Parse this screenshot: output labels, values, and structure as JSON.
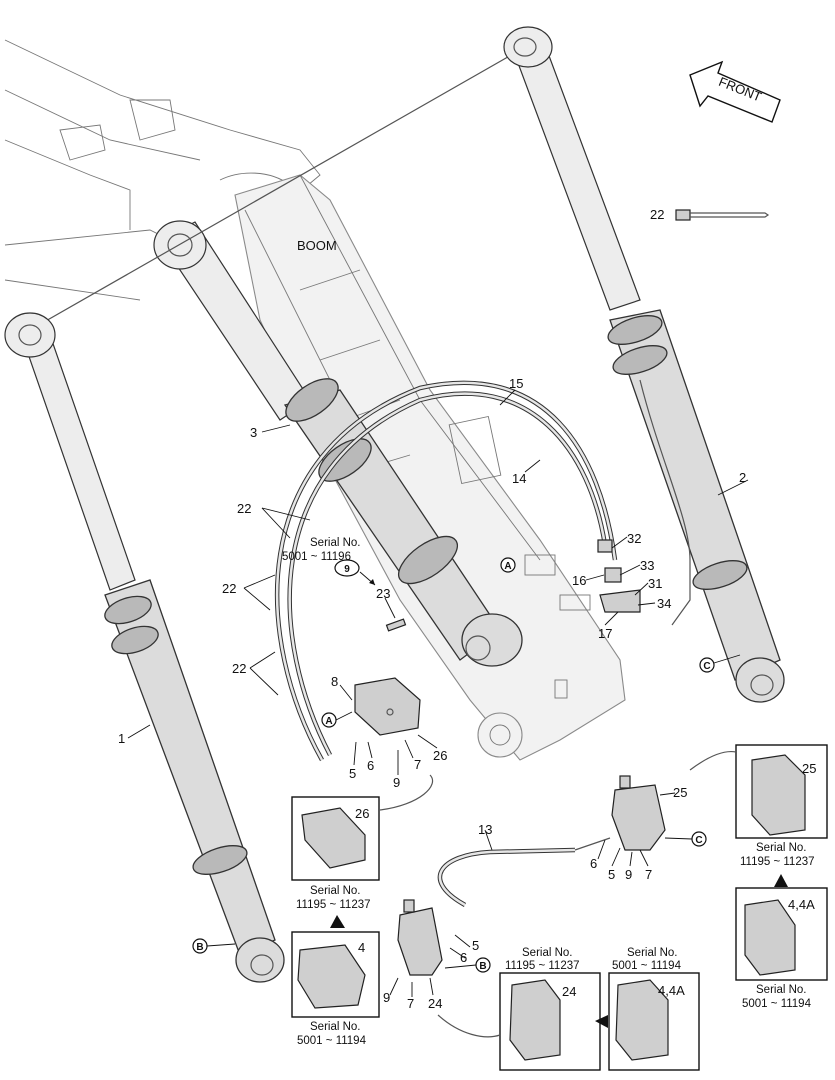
{
  "labels": {
    "boom": "BOOM",
    "front": "FRONT"
  },
  "parts": {
    "p1": "1",
    "p2": "2",
    "p3": "3",
    "p4a": "4",
    "p4_4a_a": "4,4A",
    "p4_4a_b": "4,4A",
    "p5a": "5",
    "p5b": "5",
    "p5c": "5",
    "p6a": "6",
    "p6b": "6",
    "p6c": "6",
    "p7a": "7",
    "p7b": "7",
    "p7c": "7",
    "p8": "8",
    "p9a": "9",
    "p9b": "9",
    "p9c": "9",
    "p9circle": "9",
    "p13": "13",
    "p14": "14",
    "p15": "15",
    "p16": "16",
    "p17": "17",
    "p22a": "22",
    "p22b": "22",
    "p22c": "22",
    "p22d": "22",
    "p23": "23",
    "p24a": "24",
    "p24b": "24",
    "p25a": "25",
    "p25b": "25",
    "p26a": "26",
    "p26b": "26",
    "p31": "31",
    "p32": "32",
    "p33": "33",
    "p34": "34"
  },
  "refs": {
    "a1": "A",
    "a2": "A",
    "b1": "B",
    "b2": "B",
    "c1": "C",
    "c2": "C"
  },
  "serials": {
    "s_main_title": "Serial No.",
    "s_main_range": "5001 ~ 11196",
    "s26_title": "Serial No.",
    "s26_range": "11195 ~ 11237",
    "s4_title": "Serial No.",
    "s4_range": "5001 ~ 11194",
    "s24_title": "Serial No.",
    "s24_range": "11195 ~ 11237",
    "s44a_title": "Serial No.",
    "s44a_range": "5001 ~ 11194",
    "s25_title": "Serial No.",
    "s25_range": "11195 ~ 11237",
    "s44a_r_title": "Serial No.",
    "s44a_r_range": "5001 ~ 11194"
  }
}
